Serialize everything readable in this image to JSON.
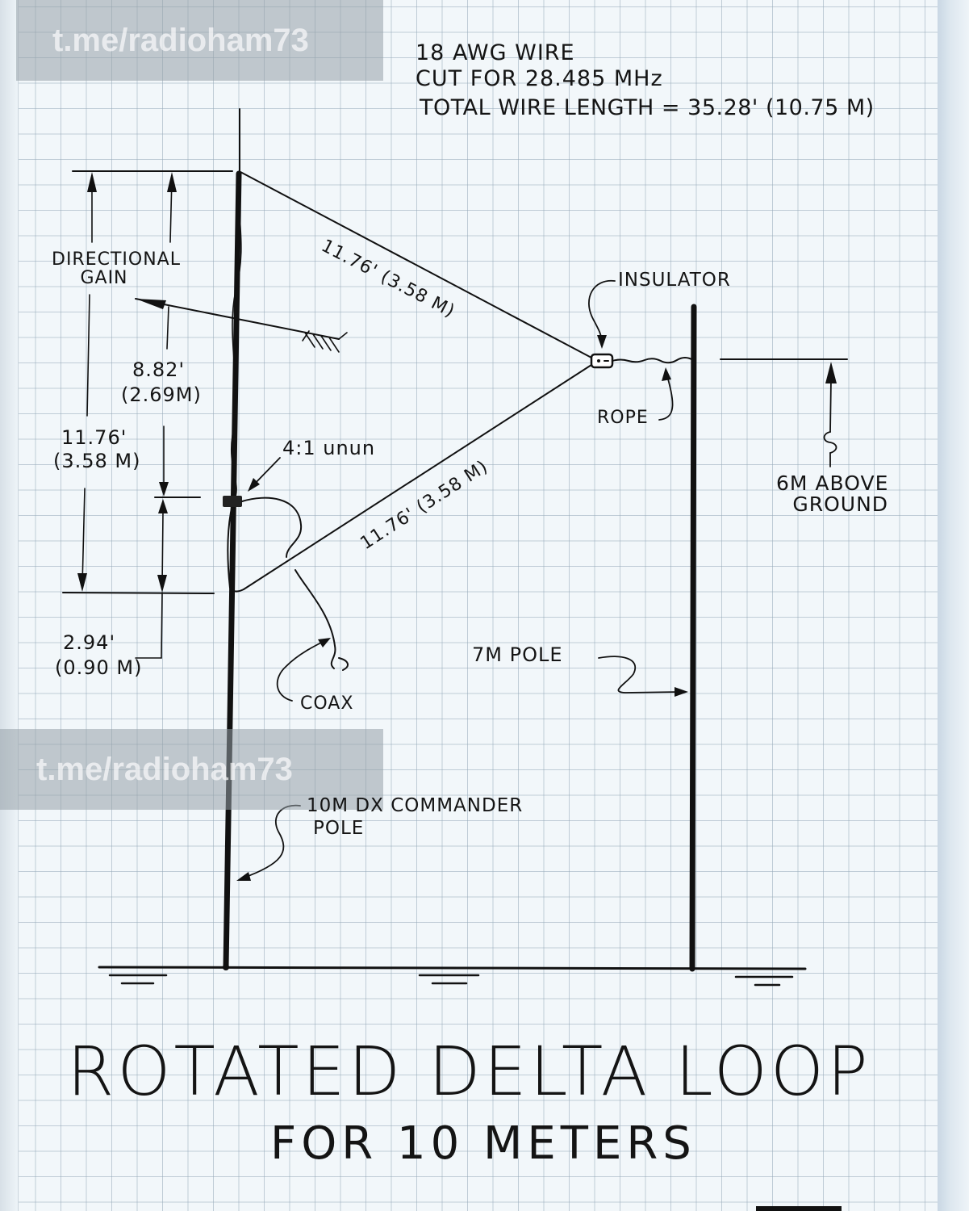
{
  "watermark": {
    "text": "t.me/radioham73"
  },
  "specs": {
    "line1": "18 AWG WIRE",
    "line2": "CUT FOR 28.485 MHz",
    "line3": "TOTAL WIRE LENGTH = 35.28' (10.75 M)"
  },
  "labels": {
    "directional_gain_1": "DIRECTIONAL",
    "directional_gain_2": "GAIN",
    "top_wire": "11.76' (3.58 M)",
    "bottom_wire": "11.76' (3.58 M)",
    "insulator": "INSULATOR",
    "rope": "ROPE",
    "height_above_ground_1": "6M ABOVE",
    "height_above_ground_2": "GROUND",
    "dim_882_ft": "8.82'",
    "dim_882_m": "(2.69M)",
    "dim_1176_ft": "11.76'",
    "dim_1176_m": "(3.58 M)",
    "dim_294_ft": "2.94'",
    "dim_294_m": "(0.90 M)",
    "unun": "4:1 unun",
    "coax": "COAX",
    "pole_7m": "7M POLE",
    "pole_10m_1": "10M  DX COMMANDER",
    "pole_10m_2": "POLE"
  },
  "title": {
    "main": "ROTATED DELTA LOOP",
    "sub": "FOR 10 METERS"
  },
  "colors": {
    "ink": "#111111",
    "paper": "#f2f7fa",
    "grid": "#96aab9"
  }
}
